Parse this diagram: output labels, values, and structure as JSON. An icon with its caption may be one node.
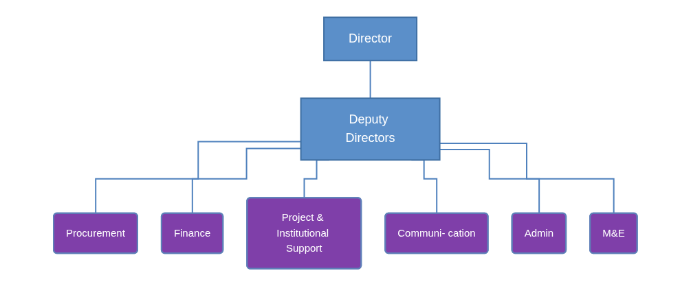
{
  "diagram": {
    "nodes": [
      {
        "text": [
          "Director"
        ]
      },
      {
        "text": [
          "Deputy Directors"
        ]
      },
      {
        "text": [
          "Procurement"
        ]
      },
      {
        "text": [
          "Finance"
        ]
      },
      {
        "text": [
          "Project & Institutional Support"
        ]
      },
      {
        "text": [
          "Communi- cation"
        ]
      },
      {
        "text": [
          "Admin"
        ]
      },
      {
        "text": [
          "M&E"
        ]
      }
    ],
    "edges": [
      {
        "from": 0,
        "to": 1,
        "arrow": "none"
      },
      {
        "from": 1,
        "to": 2,
        "arrow": "none"
      },
      {
        "from": 1,
        "to": 3,
        "arrow": "none"
      },
      {
        "from": 1,
        "to": 4,
        "arrow": "none"
      },
      {
        "from": 1,
        "to": 5,
        "arrow": "none"
      },
      {
        "from": 1,
        "to": 6,
        "arrow": "none"
      },
      {
        "from": 1,
        "to": 7,
        "arrow": "none"
      }
    ]
  }
}
